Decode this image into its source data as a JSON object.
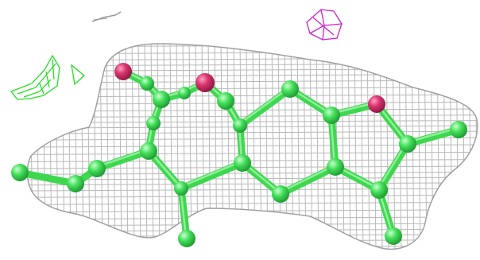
{
  "scene": {
    "background": "#ffffff",
    "colors": {
      "carbon_atom": "#44e05a",
      "carbon_atom_highlight": "#c9ffd0",
      "carbon_atom_shade": "#1f9a33",
      "bond": "#3ed84f",
      "oxygen_atom": "#d9336f",
      "oxygen_atom_highlight": "#ff9fc0",
      "oxygen_atom_shade": "#8e1844",
      "density_mesh": "#b9b9b9",
      "green_mesh": "#22e022",
      "magenta_mesh": "#cc22cc",
      "grey_mesh": "#9a9a9a"
    },
    "atoms": [
      {
        "el": "O"
      },
      {
        "el": "O"
      },
      {
        "el": "O"
      },
      {
        "el": "C"
      },
      {
        "el": "C"
      },
      {
        "el": "C"
      },
      {
        "el": "C"
      },
      {
        "el": "C"
      },
      {
        "el": "C"
      },
      {
        "el": "C"
      },
      {
        "el": "C"
      },
      {
        "el": "C"
      },
      {
        "el": "C"
      },
      {
        "el": "C"
      },
      {
        "el": "C"
      },
      {
        "el": "C"
      },
      {
        "el": "C"
      },
      {
        "el": "C"
      },
      {
        "el": "C"
      },
      {
        "el": "C"
      },
      {
        "el": "C"
      },
      {
        "el": "C"
      }
    ]
  }
}
